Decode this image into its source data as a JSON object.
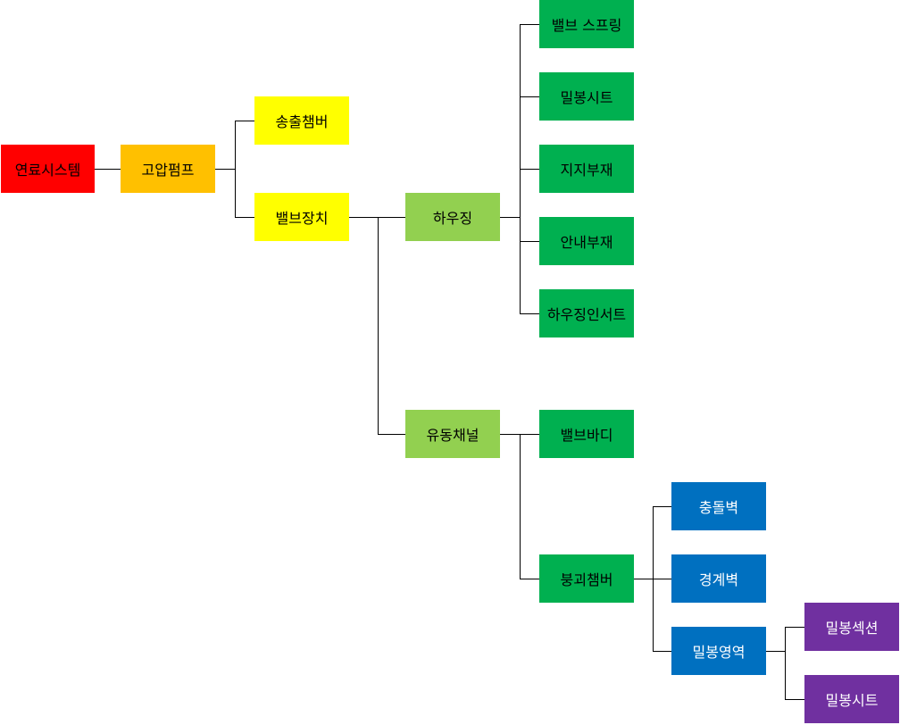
{
  "colors": {
    "level1": "#ff0000",
    "level2": "#ffc000",
    "level3": "#ffff00",
    "level4": "#92d050",
    "level5": "#00b050",
    "level6": "#0070c0",
    "level7": "#7030a0",
    "line": "#000000"
  },
  "nodes": {
    "root": "연료시스템",
    "pump": "고압펌프",
    "chamber": "송출챔버",
    "valve_device": "밸브장치",
    "housing": "하우징",
    "flow_channel": "유동채널",
    "valve_spring": "밸브 스프링",
    "seal_seat_1": "밀봉시트",
    "support": "지지부재",
    "guide": "안내부재",
    "housing_insert": "하우징인서트",
    "valve_body": "밸브바디",
    "collapse_chamber": "붕괴챔버",
    "impact_wall": "충돌벽",
    "boundary_wall": "경계벽",
    "seal_region": "밀봉영역",
    "seal_section": "밀봉섹션",
    "seal_seat_2": "밀봉시트"
  }
}
